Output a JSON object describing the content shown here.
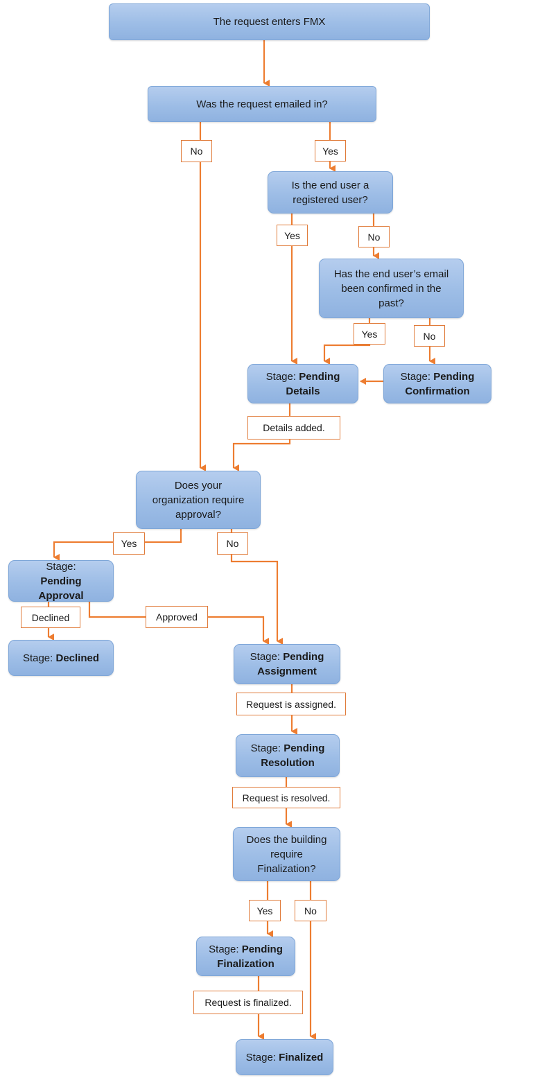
{
  "colors": {
    "connector": "#ed7d31",
    "node_fill": "#9dbde6",
    "node_border": "#7ea6d8"
  },
  "nodes": {
    "start": {
      "text": "The request enters FMX"
    },
    "emailed": {
      "text": "Was the request emailed in?"
    },
    "registered": {
      "text": "Is the end user a registered user?"
    },
    "confirmed": {
      "text": "Has the end user’s email been confirmed in the past?"
    },
    "pending_details": {
      "prefix": "Stage: ",
      "stage": "Pending Details"
    },
    "pending_confirmation": {
      "prefix": "Stage: ",
      "stage": "Pending Confirmation"
    },
    "approval_required": {
      "text": "Does your organization require approval?"
    },
    "pending_approval": {
      "prefix": "Stage: ",
      "stage": "Pending Approval"
    },
    "declined": {
      "prefix": "Stage: ",
      "stage": "Declined"
    },
    "pending_assignment": {
      "prefix": "Stage: ",
      "stage": "Pending Assignment"
    },
    "pending_resolution": {
      "prefix": "Stage: ",
      "stage": "Pending Resolution"
    },
    "finalization_required": {
      "text": "Does the building require Finalization?"
    },
    "pending_finalization": {
      "prefix": "Stage: ",
      "stage": "Pending Finalization"
    },
    "finalized": {
      "prefix": "Stage: ",
      "stage": "Finalized"
    }
  },
  "labels": {
    "emailed_no": "No",
    "emailed_yes": "Yes",
    "registered_yes": "Yes",
    "registered_no": "No",
    "confirmed_yes": "Yes",
    "confirmed_no": "No",
    "details_added": "Details added.",
    "approval_yes": "Yes",
    "approval_no": "No",
    "declined": "Declined",
    "approved": "Approved",
    "assigned": "Request is assigned.",
    "resolved": "Request is resolved.",
    "finalization_yes": "Yes",
    "finalization_no": "No",
    "finalized": "Request is finalized."
  }
}
